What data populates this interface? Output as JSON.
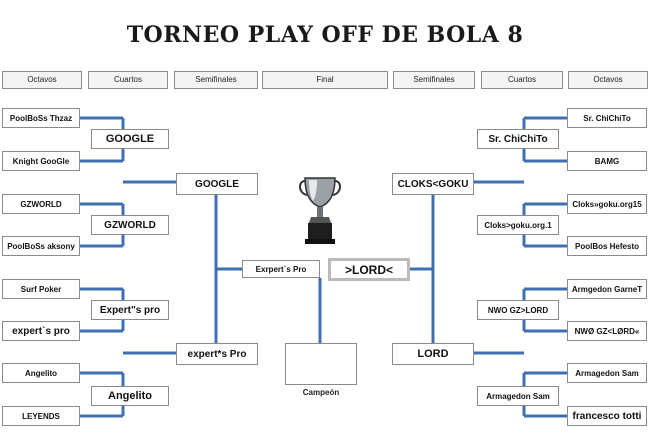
{
  "title": "TORNEO  PLAY OFF DE BOLA 8",
  "rounds": [
    "Octavos",
    "Cuartos",
    "Semifinales",
    "Final",
    "Semifinales",
    "Cuartos",
    "Octavos"
  ],
  "left": {
    "octavos": [
      "PoolBoSs Thzaz",
      "Knight GooGle",
      "GZWORLD",
      "PoolBoSs aksony",
      "Surf Poker",
      "expert`s pro",
      "Angelito",
      "LEYENDS"
    ],
    "cuartos": [
      "GOOGLE",
      "GZWORLD",
      "Expert\"s pro",
      "Angelito"
    ],
    "semifinales": [
      "GOOGLE",
      "expert*s Pro"
    ],
    "final": "Exrpert`s Pro"
  },
  "right": {
    "octavos": [
      "Sr. ChiChiTo",
      "BAMG",
      "Cloks»goku.org15",
      "PoolBos Hefesto",
      "Armgedon GarneT",
      "NWØ GZ<LØRD«",
      "Armagedon Sam",
      "francesco totti"
    ],
    "cuartos": [
      "Sr. ChiChiTo",
      "Cloks>goku.org.1",
      "NWO GZ>LORD",
      "Armagedon Sam"
    ],
    "semifinales": [
      "CLOKS<GOKU",
      "LORD"
    ],
    "final": ">LORD<"
  },
  "champion_label": "Campeón",
  "colors": {
    "connector": "#3f6fb0",
    "box_border": "#8a8a8a",
    "header_bg": "#f4f4f4"
  },
  "icon": "trophy-icon"
}
